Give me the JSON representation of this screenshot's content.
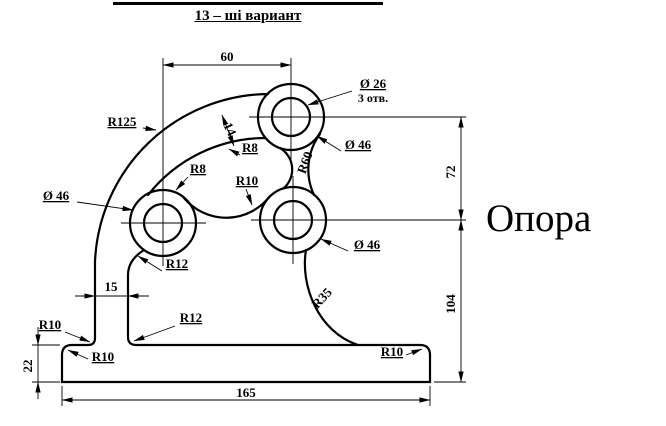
{
  "page": {
    "title": "13 – ші вариант",
    "part_name": "Опора"
  },
  "labels": {
    "d26": "Ø 26",
    "holes": "3 отв.",
    "d46_top": "Ø 46",
    "d46_left": "Ø 46",
    "d46_mid": "Ø 46",
    "r125": "R125",
    "r8_top": "R8",
    "r8_left": "R8",
    "r10_web": "R10",
    "r60": "R60",
    "r12_upper": "R12",
    "r12_lower": "R12",
    "r35": "R35",
    "r10_column": "R10",
    "r10_base_left": "R10",
    "r10_base_right": "R10",
    "arm_width": "14"
  },
  "dimensions": {
    "top_width": "60",
    "right_upper": "72",
    "right_lower": "104",
    "base_width": "165",
    "column_width": "15",
    "base_height": "22"
  }
}
